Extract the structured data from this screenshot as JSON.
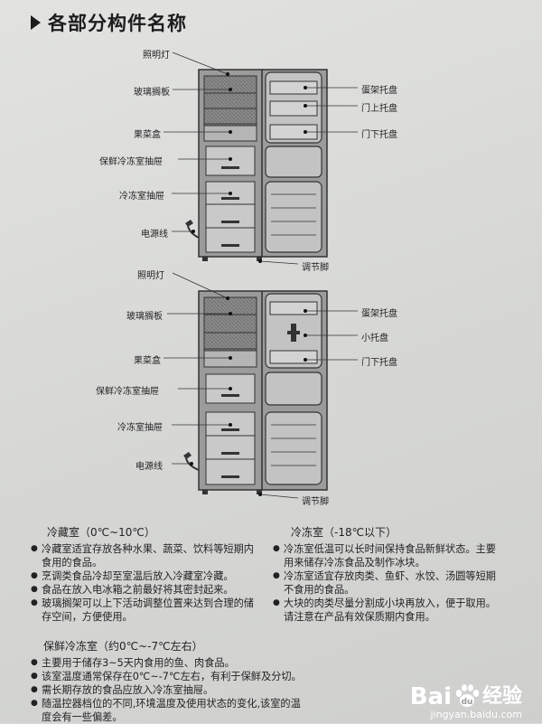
{
  "page": {
    "title": "各部分构件名称"
  },
  "diagram1": {
    "labels_left": [
      "照明灯",
      "玻璃搁板",
      "果菜盒",
      "保鲜冷冻室抽屉",
      "冷冻室抽屉",
      "电源线"
    ],
    "labels_right": [
      "蛋架托盘",
      "门上托盘",
      "门下托盘"
    ],
    "label_bottom": "调节脚"
  },
  "diagram2": {
    "labels_left": [
      "照明灯",
      "玻璃搁板",
      "果菜盒",
      "保鲜冷冻室抽屉",
      "冷冻室抽屉",
      "电源线"
    ],
    "labels_right": [
      "蛋架托盘",
      "小托盘",
      "门下托盘"
    ],
    "label_bottom": "调节脚"
  },
  "sections": {
    "refrigerator": {
      "heading": "冷藏室（0℃~10℃）",
      "items": [
        "冷藏室适宜存放各种水果、蔬菜、饮料等短期内食用的食品。",
        "烹调类食品冷却至室温后放入冷藏室冷藏。",
        "食品在放入电冰箱之前最好将其密封起来。",
        "玻璃搁架可以上下活动调整位置来达到合理的储存空间，方便使用。"
      ]
    },
    "freezer": {
      "heading": "冷冻室（-18℃以下）",
      "items": [
        "冷冻室低温可以长时间保持食品新鲜状态。主要用来储存冷冻食品及制作冰块。",
        "冷冻室适宜存放肉类、鱼虾、水饺、汤圆等短期不食用的食品。",
        "大块的肉类尽量分割成小块再放入，便于取用。请注意在产品有效保质期内食用。"
      ]
    },
    "fresh_freeze": {
      "heading": "保鲜冷冻室（约0℃~-7℃左右）",
      "items": [
        "主要用于储存3~5天内食用的鱼、肉食品。",
        "该室温度通常保存在0℃~-7℃左右，有利于保鲜及分切。",
        "需长期存放的食品应放入冷冻室抽屉。",
        "随温控器档位的不同,环境温度及使用状态的变化,该室的温度会有一些偏差。"
      ]
    }
  },
  "watermark": {
    "logo": "Bai",
    "logo_suffix": "经验",
    "url": "jingyan.baidu.com",
    "paw_icon": "baidu-paw-icon"
  }
}
